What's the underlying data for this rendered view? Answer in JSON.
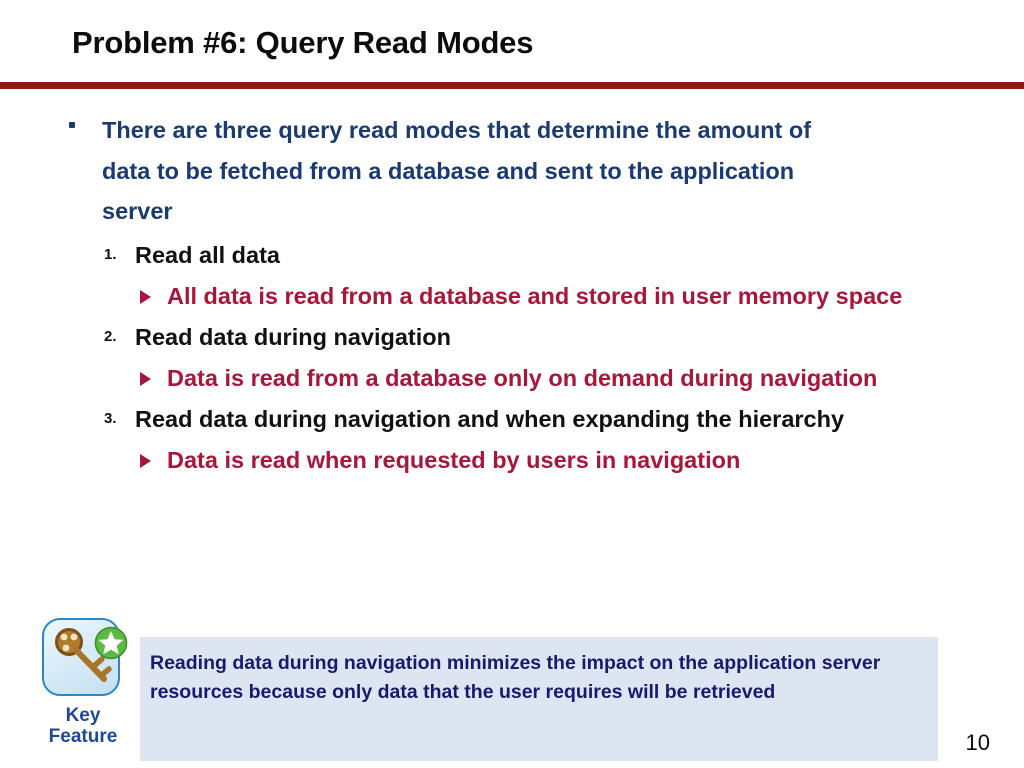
{
  "slide": {
    "title": "Problem #6: Query Read Modes",
    "page_number": "10",
    "accent_rule_color": "#8c1a12",
    "level1_color": "#1b3a72",
    "level2_color": "#111111",
    "level3_color": "#a8173a",
    "callout_bg_color": "#dde5f2",
    "callout_text_color": "#191970"
  },
  "body": {
    "intro": "There are three query read modes that determine the amount of data to be fetched from a database and sent to the application server",
    "items": [
      {
        "number": "1.",
        "label": "Read all data",
        "detail": "All data is read from a database and stored in user memory space"
      },
      {
        "number": "2.",
        "label": "Read data during navigation",
        "detail": "Data is read from a database only on demand during navigation"
      },
      {
        "number": "3.",
        "label": "Read data during navigation and when expanding the hierarchy",
        "detail": "Data is read when requested by users in navigation"
      }
    ]
  },
  "key_feature": {
    "label_line1": "Key",
    "label_line2": "Feature",
    "icon": "key-star-badge-icon",
    "callout": "Reading data during navigation minimizes the impact on the application server resources because only data that the user requires will be retrieved"
  }
}
